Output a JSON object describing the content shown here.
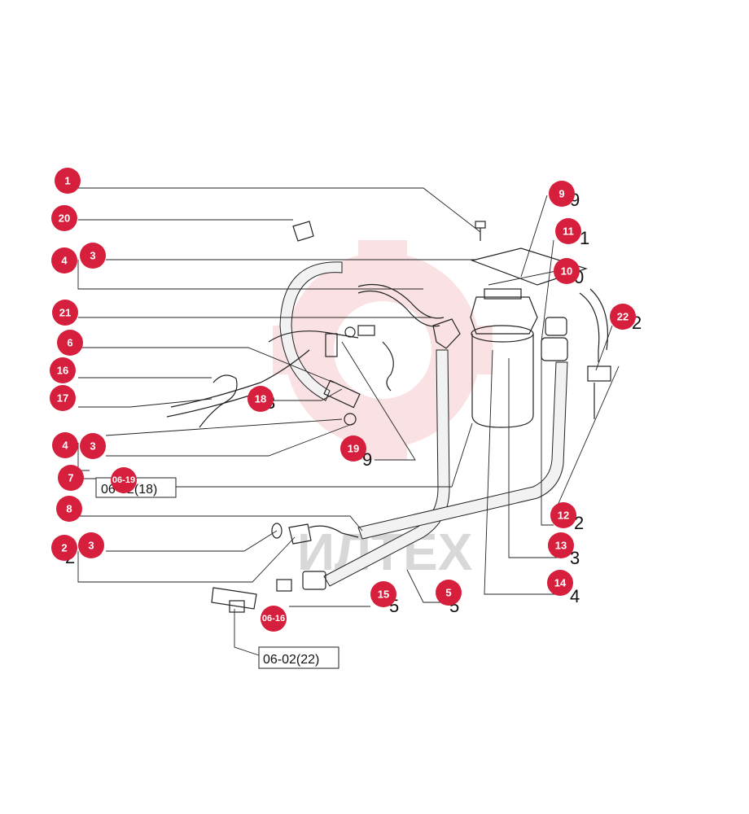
{
  "watermark": {
    "text": "ИЛТЕХ",
    "color": "#f4c0c4"
  },
  "badge_color": "#d61f3c",
  "callouts": [
    {
      "id": "c1",
      "label": "1"
    },
    {
      "id": "c20",
      "label": "20"
    },
    {
      "id": "c4a",
      "label": "4"
    },
    {
      "id": "c3a",
      "label": "3"
    },
    {
      "id": "c21",
      "label": "21"
    },
    {
      "id": "c6",
      "label": "6"
    },
    {
      "id": "c16",
      "label": "16"
    },
    {
      "id": "c17",
      "label": "17"
    },
    {
      "id": "c18",
      "label": "18"
    },
    {
      "id": "c4b",
      "label": "4"
    },
    {
      "id": "c3b",
      "label": "3"
    },
    {
      "id": "c19",
      "label": "19"
    },
    {
      "id": "c7",
      "label": "7"
    },
    {
      "id": "c0619",
      "label": "06-19"
    },
    {
      "id": "c8",
      "label": "8"
    },
    {
      "id": "c2",
      "label": "2"
    },
    {
      "id": "c3c",
      "label": "3"
    },
    {
      "id": "c0616",
      "label": "06-16"
    },
    {
      "id": "c15",
      "label": "15"
    },
    {
      "id": "c5",
      "label": "5"
    },
    {
      "id": "c9",
      "label": "9"
    },
    {
      "id": "c11",
      "label": "11"
    },
    {
      "id": "c10",
      "label": "10"
    },
    {
      "id": "c22",
      "label": "22"
    },
    {
      "id": "c12",
      "label": "12"
    },
    {
      "id": "c13",
      "label": "13"
    },
    {
      "id": "c14",
      "label": "14"
    }
  ],
  "references": [
    {
      "id": "ref1",
      "label": "06-02(18)"
    },
    {
      "id": "ref2",
      "label": "06-02(22)"
    }
  ]
}
